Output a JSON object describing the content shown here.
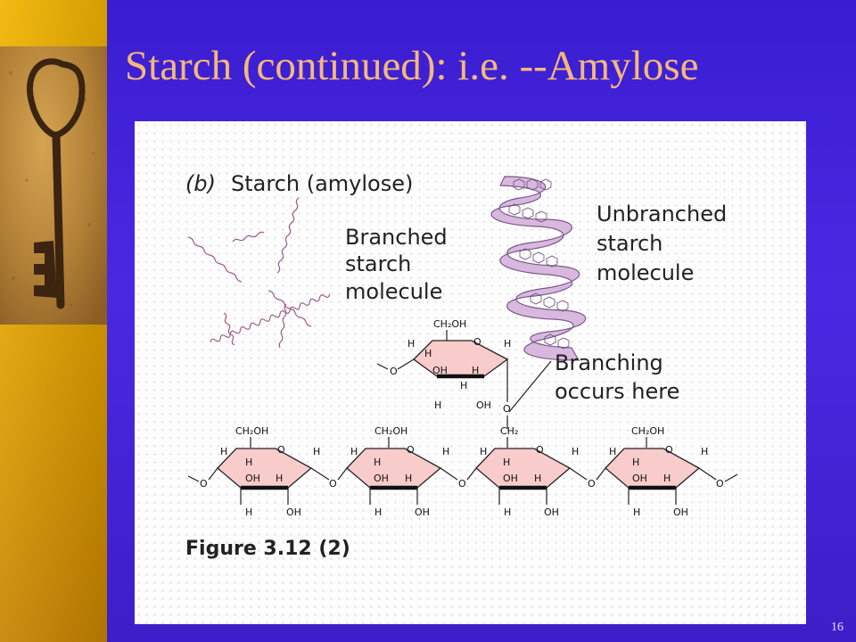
{
  "slide": {
    "title": "Starch (continued): i.e. --Amylose",
    "number": "16"
  },
  "figure": {
    "panel_label": "(b)",
    "panel_title": "Starch (amylose)",
    "branched_label": [
      "Branched",
      "starch",
      "molecule"
    ],
    "unbranched_label": [
      "Unbranched",
      "starch",
      "molecule"
    ],
    "branching_label": [
      "Branching",
      "occurs here"
    ],
    "caption": "Figure 3.12 (2)",
    "atoms": {
      "ch2oh": "CH₂OH",
      "ch2": "CH₂",
      "h": "H",
      "oh": "OH",
      "o": "O"
    },
    "colors": {
      "ring_fill": "#f7cccb",
      "helix_fill": "#d9b8df"
    }
  },
  "decor": {
    "key_photo": "skeleton-key-on-sand-photo"
  }
}
